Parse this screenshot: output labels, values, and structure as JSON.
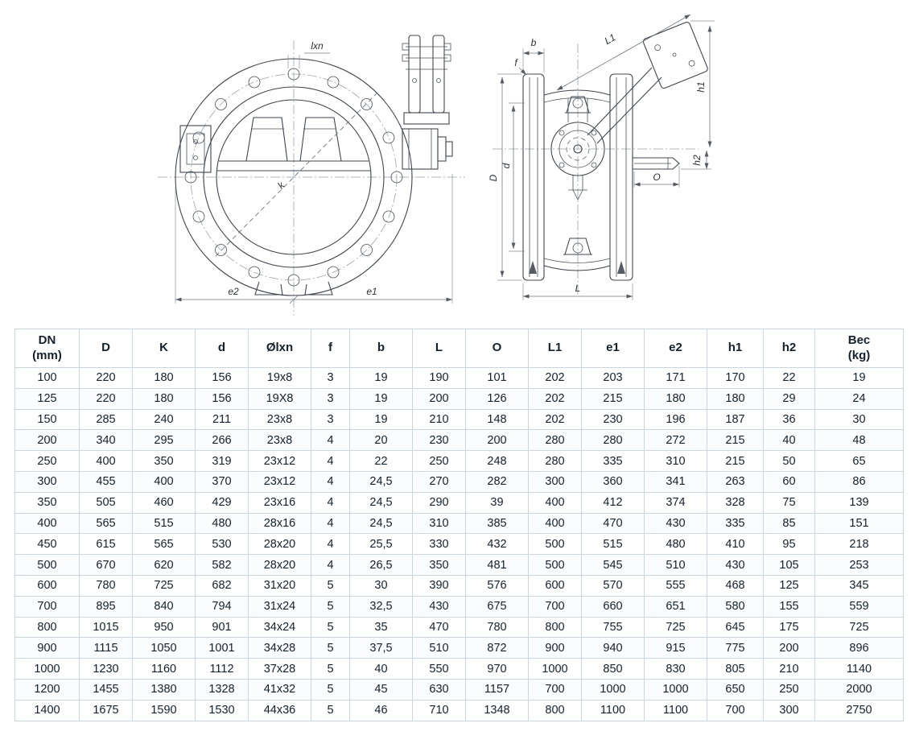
{
  "drawing": {
    "front": {
      "lxn": "lxn",
      "k": "k",
      "e2": "e2",
      "e1": "e1"
    },
    "side": {
      "b": "b",
      "f": "f",
      "L1": "L1",
      "h1": "h1",
      "h2": "h2",
      "O": "O",
      "D": "D",
      "d": "d",
      "L": "L"
    }
  },
  "table": {
    "headers": [
      "DN\n(mm)",
      "D",
      "K",
      "d",
      "Ølxn",
      "f",
      "b",
      "L",
      "O",
      "L1",
      "e1",
      "e2",
      "h1",
      "h2",
      "Bec\n(kg)"
    ],
    "rows": [
      [
        "100",
        "220",
        "180",
        "156",
        "19x8",
        "3",
        "19",
        "190",
        "101",
        "202",
        "203",
        "171",
        "170",
        "22",
        "19"
      ],
      [
        "125",
        "220",
        "180",
        "156",
        "19X8",
        "3",
        "19",
        "200",
        "126",
        "202",
        "215",
        "180",
        "180",
        "29",
        "24"
      ],
      [
        "150",
        "285",
        "240",
        "211",
        "23x8",
        "3",
        "19",
        "210",
        "148",
        "202",
        "230",
        "196",
        "187",
        "36",
        "30"
      ],
      [
        "200",
        "340",
        "295",
        "266",
        "23x8",
        "4",
        "20",
        "230",
        "200",
        "280",
        "280",
        "272",
        "215",
        "40",
        "48"
      ],
      [
        "250",
        "400",
        "350",
        "319",
        "23x12",
        "4",
        "22",
        "250",
        "248",
        "280",
        "335",
        "310",
        "215",
        "50",
        "65"
      ],
      [
        "300",
        "455",
        "400",
        "370",
        "23x12",
        "4",
        "24,5",
        "270",
        "282",
        "300",
        "360",
        "341",
        "263",
        "60",
        "86"
      ],
      [
        "350",
        "505",
        "460",
        "429",
        "23x16",
        "4",
        "24,5",
        "290",
        "39",
        "400",
        "412",
        "374",
        "328",
        "75",
        "139"
      ],
      [
        "400",
        "565",
        "515",
        "480",
        "28x16",
        "4",
        "24,5",
        "310",
        "385",
        "400",
        "470",
        "430",
        "335",
        "85",
        "151"
      ],
      [
        "450",
        "615",
        "565",
        "530",
        "28x20",
        "4",
        "25,5",
        "330",
        "432",
        "500",
        "515",
        "480",
        "410",
        "95",
        "218"
      ],
      [
        "500",
        "670",
        "620",
        "582",
        "28x20",
        "4",
        "26,5",
        "350",
        "481",
        "500",
        "545",
        "510",
        "430",
        "105",
        "253"
      ],
      [
        "600",
        "780",
        "725",
        "682",
        "31x20",
        "5",
        "30",
        "390",
        "576",
        "600",
        "570",
        "555",
        "468",
        "125",
        "345"
      ],
      [
        "700",
        "895",
        "840",
        "794",
        "31x24",
        "5",
        "32,5",
        "430",
        "675",
        "700",
        "660",
        "651",
        "580",
        "155",
        "559"
      ],
      [
        "800",
        "1015",
        "950",
        "901",
        "34x24",
        "5",
        "35",
        "470",
        "780",
        "800",
        "755",
        "725",
        "645",
        "175",
        "725"
      ],
      [
        "900",
        "1115",
        "1050",
        "1001",
        "34x28",
        "5",
        "37,5",
        "510",
        "872",
        "900",
        "940",
        "915",
        "775",
        "200",
        "896"
      ],
      [
        "1000",
        "1230",
        "1160",
        "1112",
        "37x28",
        "5",
        "40",
        "550",
        "970",
        "1000",
        "850",
        "830",
        "805",
        "210",
        "1140"
      ],
      [
        "1200",
        "1455",
        "1380",
        "1328",
        "41x32",
        "5",
        "45",
        "630",
        "1157",
        "700",
        "1000",
        "1000",
        "650",
        "250",
        "2000"
      ],
      [
        "1400",
        "1675",
        "1590",
        "1530",
        "44x36",
        "5",
        "46",
        "710",
        "1348",
        "800",
        "1100",
        "1100",
        "700",
        "300",
        "2750"
      ]
    ]
  },
  "colors": {
    "text": "#1b2733",
    "table_border": "#ccd6df",
    "row_alt": "#fafcfd",
    "line": "#3f464e"
  }
}
